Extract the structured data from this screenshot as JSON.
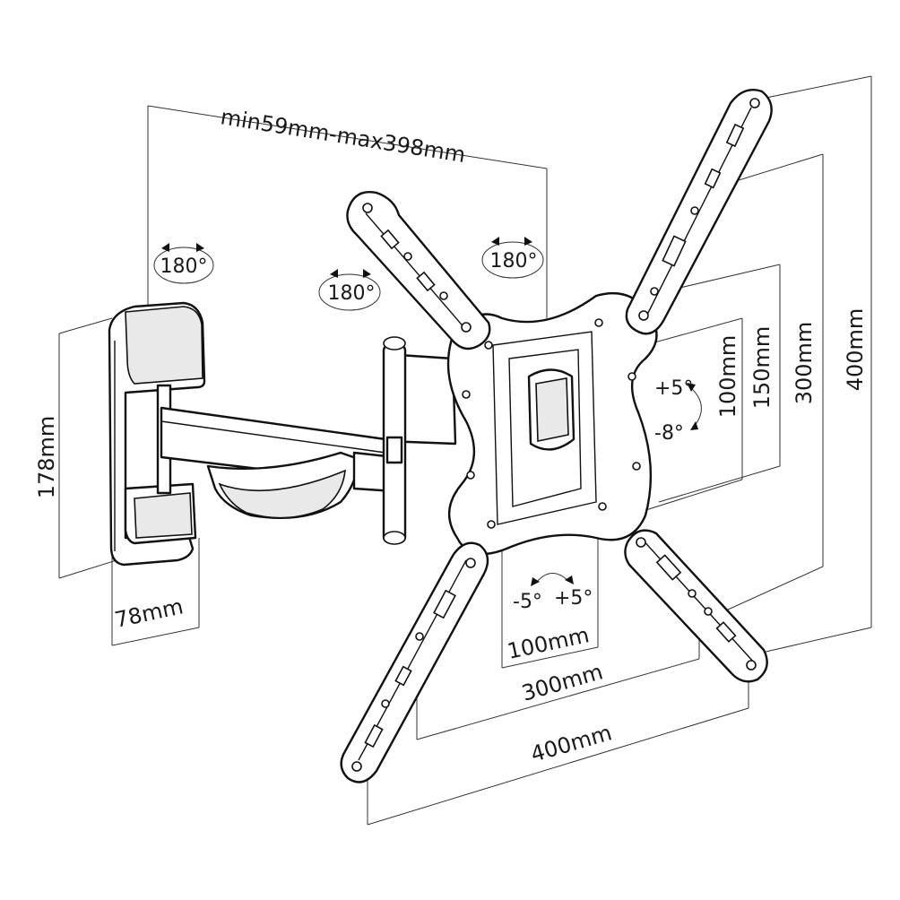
{
  "dimensions": {
    "depth_range": "min59mm-max398mm",
    "wall_plate_height": "178mm",
    "wall_plate_width": "78mm",
    "vesa_v_100": "100mm",
    "vesa_v_150": "150mm",
    "vesa_v_300": "300mm",
    "vesa_v_400": "400mm",
    "vesa_h_100": "100mm",
    "vesa_h_300": "300mm",
    "vesa_h_400": "400mm"
  },
  "rotations": {
    "wall_swivel": "180°",
    "arm_swivel": "180°",
    "head_swivel": "180°",
    "tilt_up": "+5°",
    "tilt_down": "-8°",
    "roll_left": "-5°",
    "roll_right": "+5°"
  },
  "colors": {
    "ink": "#111111",
    "dimension_line": "#333333",
    "background": "#ffffff"
  }
}
